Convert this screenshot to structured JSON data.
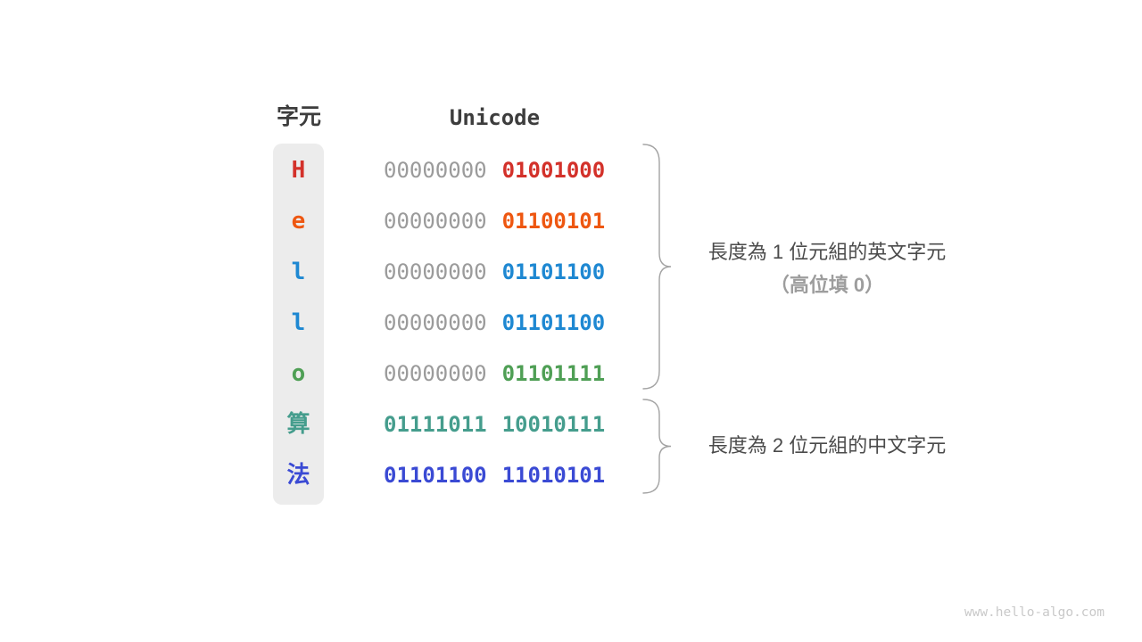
{
  "headers": {
    "char": "字元",
    "unicode": "Unicode"
  },
  "rows": [
    {
      "char": "H",
      "byte1": "00000000",
      "byte2": "01001000",
      "color": "#d3312a",
      "byte1_colored": false
    },
    {
      "char": "e",
      "byte1": "00000000",
      "byte2": "01100101",
      "color": "#ee5711",
      "byte1_colored": false
    },
    {
      "char": "l",
      "byte1": "00000000",
      "byte2": "01101100",
      "color": "#1e88d2",
      "byte1_colored": false
    },
    {
      "char": "l",
      "byte1": "00000000",
      "byte2": "01101100",
      "color": "#1e88d2",
      "byte1_colored": false
    },
    {
      "char": "o",
      "byte1": "00000000",
      "byte2": "01101111",
      "color": "#4f9f55",
      "byte1_colored": false
    },
    {
      "char": "算",
      "byte1": "01111011",
      "byte2": "10010111",
      "color": "#459d8d",
      "byte1_colored": true
    },
    {
      "char": "法",
      "byte1": "01101100",
      "byte2": "11010101",
      "color": "#3a4ad4",
      "byte1_colored": true
    }
  ],
  "annotations": {
    "english": {
      "line1": "長度為 1 位元組的英文字元",
      "line2": "（高位填 0）"
    },
    "chinese": {
      "line1": "長度為 2 位元組的中文字元"
    }
  },
  "watermark": "www.hello-algo.com",
  "colors": {
    "header_text": "#3d3d3d",
    "pill_bg": "#ececec",
    "gray_bits": "#9b9b9b",
    "annotation_text": "#4b4b4b",
    "annotation_muted": "#9d9d9d",
    "brace": "#a3a3a3",
    "watermark_color": "#c9c9c9"
  }
}
